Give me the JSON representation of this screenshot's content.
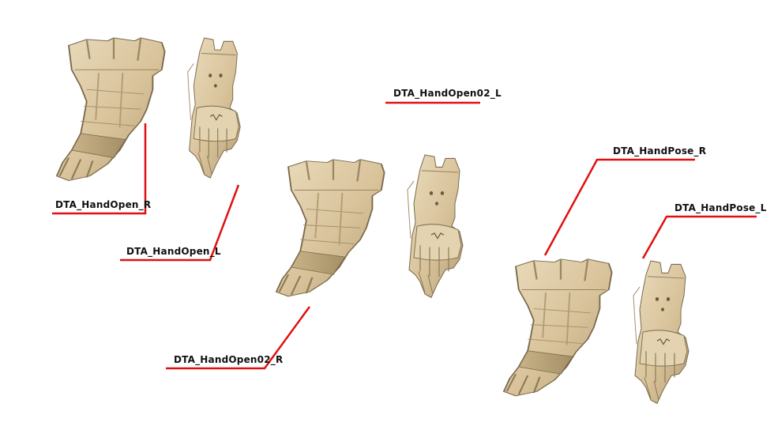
{
  "colors": {
    "part_fill": "#d8c29a",
    "part_light": "#eadcbc",
    "part_shadow": "#a48f66",
    "part_outline": "#7a6a4c",
    "leader": "#e01010",
    "text": "#111111"
  },
  "parts": [
    {
      "id": "hand-open-r",
      "label": "DTA_HandOpen_R"
    },
    {
      "id": "hand-open-l",
      "label": "DTA_HandOpen_L"
    },
    {
      "id": "hand-open02-l",
      "label": "DTA_HandOpen02_L"
    },
    {
      "id": "hand-open02-r",
      "label": "DTA_HandOpen02_R"
    },
    {
      "id": "hand-pose-r",
      "label": "DTA_HandPose_R"
    },
    {
      "id": "hand-pose-l",
      "label": "DTA_HandPose_L"
    }
  ]
}
